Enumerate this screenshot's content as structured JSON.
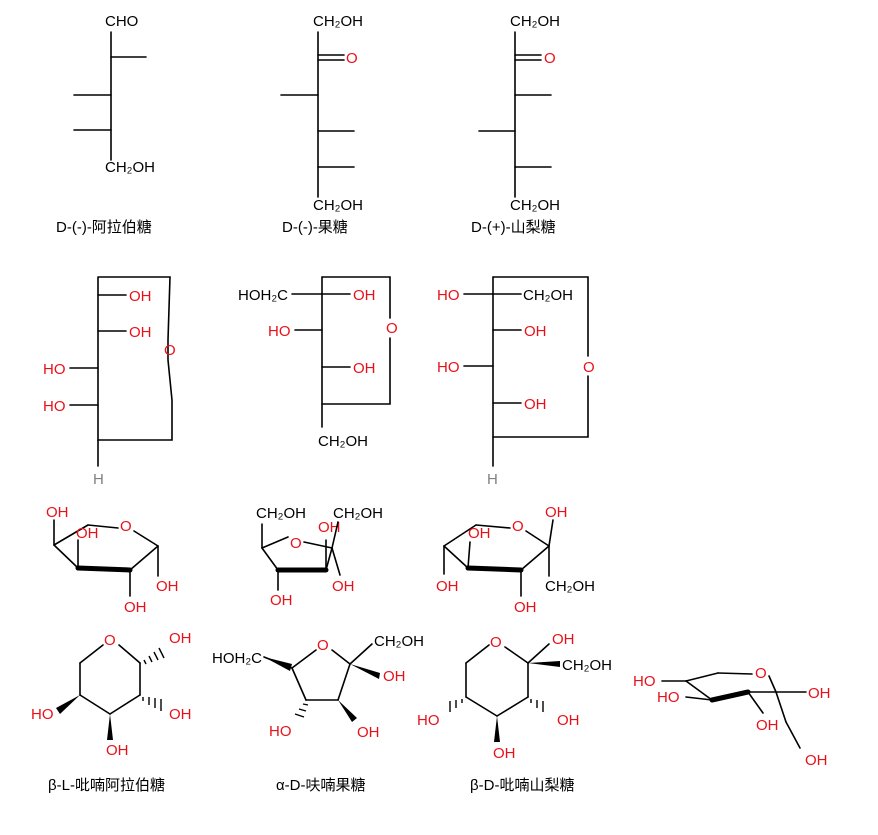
{
  "labels": {
    "cho": "CHO",
    "ch2oh": "CH₂OH",
    "hoh2c": "HOH₂C",
    "hoh2c_s": "HOH₂C",
    "oh": "OH",
    "ho": "HO",
    "o": "O",
    "h": "H"
  },
  "captions": {
    "fischer_arabinose": "D-(-)-阿拉伯糖",
    "fischer_fructose": "D-(-)-果糖",
    "fischer_sorbose": "D-(+)-山梨糖",
    "pyranose_arabinose": "β-L-吡喃阿拉伯糖",
    "furanose_fructose": "α-D-呋喃果糖",
    "pyranose_sorbose": "β-D-吡喃山梨糖"
  },
  "colors": {
    "oxygen": "#e8111a",
    "bond": "#000000",
    "hydrogen": "#808080"
  }
}
